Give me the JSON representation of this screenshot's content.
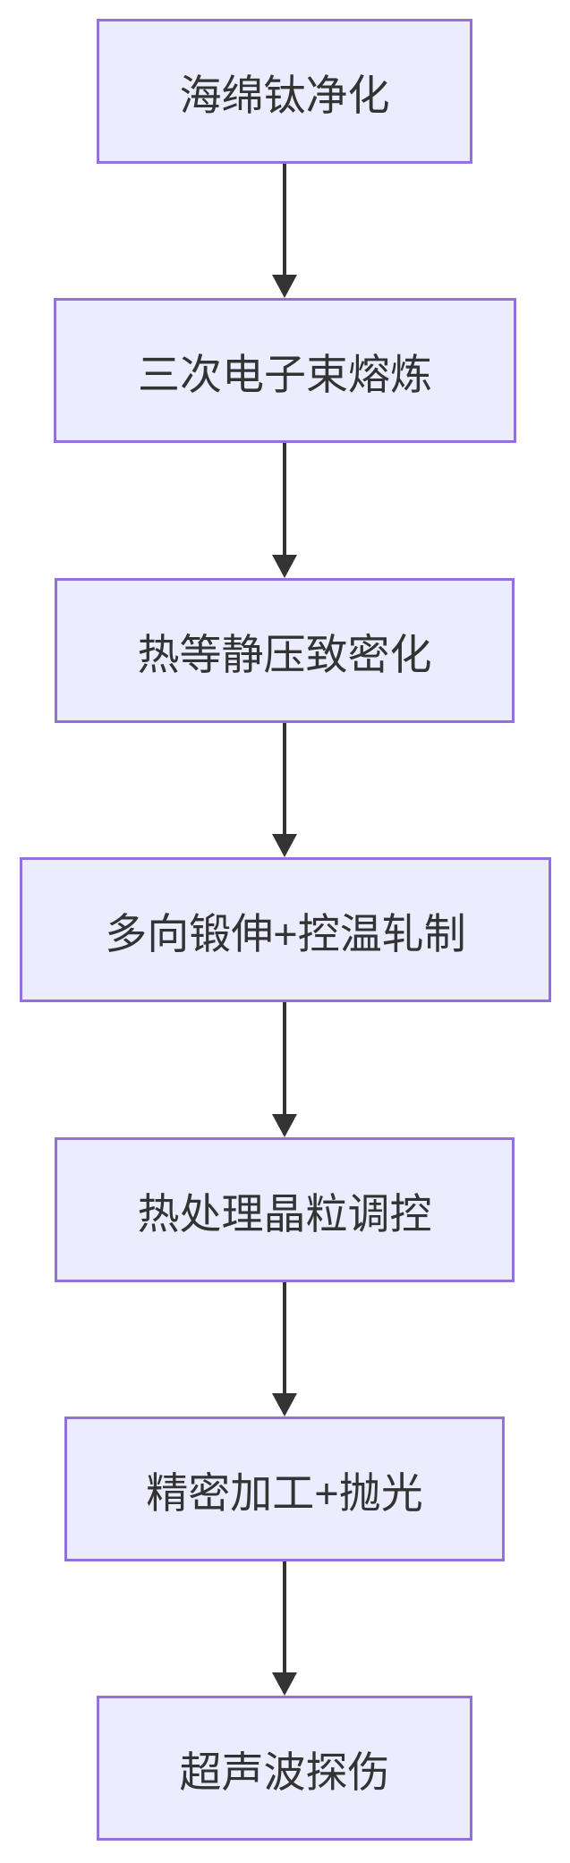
{
  "diagram": {
    "type": "flowchart",
    "direction": "top-down",
    "background_color": "#ffffff",
    "node_style": {
      "fill_color": "#ECECFF",
      "border_color": "#9370DB",
      "text_color": "#333333"
    },
    "arrow_color": "#333333",
    "nodes": [
      {
        "id": "step-1",
        "label": "海绵钛净化"
      },
      {
        "id": "step-2",
        "label": "三次电子束熔炼"
      },
      {
        "id": "step-3",
        "label": "热等静压致密化"
      },
      {
        "id": "step-4",
        "label": "多向锻伸+控温轧制"
      },
      {
        "id": "step-5",
        "label": "热处理晶粒调控"
      },
      {
        "id": "step-6",
        "label": "精密加工+抛光"
      },
      {
        "id": "step-7",
        "label": "超声波探伤"
      }
    ],
    "edges": [
      {
        "from": "step-1",
        "to": "step-2"
      },
      {
        "from": "step-2",
        "to": "step-3"
      },
      {
        "from": "step-3",
        "to": "step-4"
      },
      {
        "from": "step-4",
        "to": "step-5"
      },
      {
        "from": "step-5",
        "to": "step-6"
      },
      {
        "from": "step-6",
        "to": "step-7"
      }
    ]
  }
}
